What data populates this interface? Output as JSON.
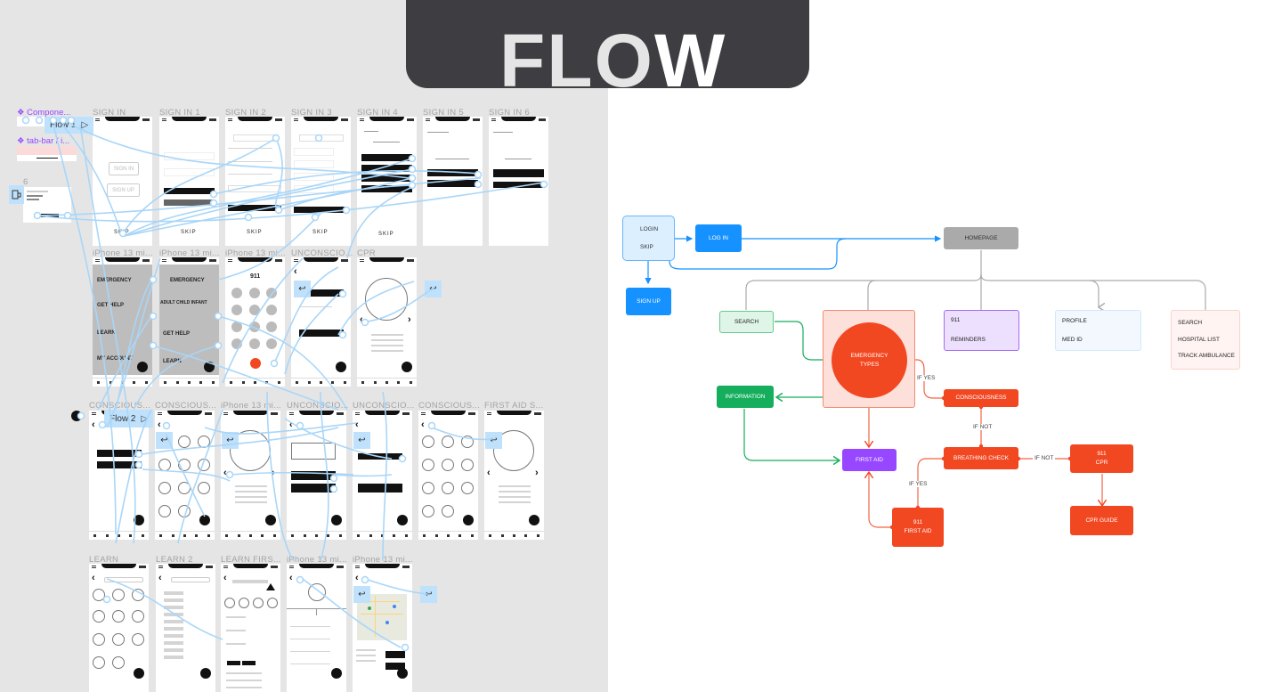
{
  "title": {
    "part1": "FLO",
    "part2": "W"
  },
  "left_canvas": {
    "components": [
      {
        "label": "❖ Compone..."
      },
      {
        "label": "❖ tab-bar / i..."
      }
    ],
    "flow_chips": [
      {
        "label": "Flow 1",
        "icon": "play-icon"
      },
      {
        "label": "Flow 2",
        "icon": "play-icon"
      }
    ],
    "misc_frame_label": "6",
    "rows": [
      {
        "frames": [
          {
            "label": "SIGN IN",
            "buttons": [
              "SIGN IN",
              "SIGN UP"
            ],
            "footer": "SKIP"
          },
          {
            "label": "SIGN IN 1",
            "footer": "SKIP"
          },
          {
            "label": "SIGN IN 2",
            "footer": "SKIP"
          },
          {
            "label": "SIGN IN 3",
            "footer": "SKIP"
          },
          {
            "label": "SIGN IN 4",
            "footer": "SKIP"
          },
          {
            "label": "SIGN IN 5"
          },
          {
            "label": "SIGN IN 6"
          }
        ]
      },
      {
        "frames": [
          {
            "label": "iPhone 13 mi...",
            "menu": [
              "EMERGENCY",
              "GET HELP",
              "LEARN",
              "MY ACCOUNT"
            ]
          },
          {
            "label": "iPhone 13 mi...",
            "menu": [
              "EMERGENCY",
              "ADULT   CHILD   INFANT",
              "GET HELP",
              "LEARN"
            ]
          },
          {
            "label": "iPhone 13 mi...",
            "dial_display": "911"
          },
          {
            "label": "UNCONSCIO..."
          },
          {
            "label": "CPR"
          }
        ]
      },
      {
        "frames": [
          {
            "label": "CONSCIOUS..."
          },
          {
            "label": "CONSCIOUS..."
          },
          {
            "label": "iPhone 13 mi..."
          },
          {
            "label": "UNCONSCIO..."
          },
          {
            "label": "UNCONSCIO..."
          },
          {
            "label": "CONSCIOUS..."
          },
          {
            "label": "FIRST AID S..."
          }
        ]
      },
      {
        "frames": [
          {
            "label": "LEARN"
          },
          {
            "label": "LEARN 2"
          },
          {
            "label": "LEARN FIRS..."
          },
          {
            "label": "iPhone 13 mi..."
          },
          {
            "label": "iPhone 13 mi..."
          }
        ]
      }
    ]
  },
  "flowchart": {
    "colors": {
      "blue": "#1592ff",
      "gray": "#aaaaaa",
      "green": "#14ae5c",
      "orange": "#f24822",
      "purple": "#9747ff"
    },
    "nodes": {
      "login_box": {
        "lines": [
          "LOGIN",
          "SKIP"
        ]
      },
      "log_in": "LOG IN",
      "sign_up": "SIGN UP",
      "homepage": "HOMEPAGE",
      "search": "SEARCH",
      "emergency_types": "EMERGENCY TYPES",
      "reminders_box": {
        "lines": [
          "911",
          "REMINDERS"
        ]
      },
      "profile_box": {
        "lines": [
          "PROFILE",
          "MED ID"
        ]
      },
      "locate_box": {
        "lines": [
          "SEARCH",
          "HOSPITAL LIST",
          "TRACK AMBULANCE"
        ]
      },
      "information": "INFORMATION",
      "consciousness": "CONSCIOUSNESS",
      "first_aid": "FIRST AID",
      "breathing_check": "BREATHING CHECK",
      "cpr_911": {
        "lines": [
          "911",
          "CPR"
        ]
      },
      "cpr_guide": "CPR GUIDE",
      "first_aid_911": {
        "lines": [
          "911",
          "FIRST AID"
        ]
      }
    },
    "edge_labels": {
      "if_yes_1": "IF YES",
      "if_not_1": "IF NOT",
      "if_not_2": "IF NOT",
      "if_yes_2": "IF YES"
    }
  }
}
